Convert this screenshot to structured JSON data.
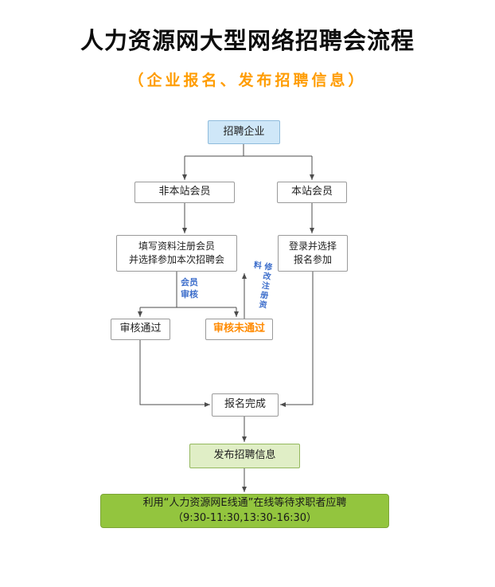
{
  "page": {
    "title": "人力资源网大型网络招聘会流程",
    "subtitle": "（企业报名、发布招聘信息）"
  },
  "flow": {
    "nodes": {
      "recruiting_company": "招聘企业",
      "non_member": "非本站会员",
      "member": "本站会员",
      "register_line1": "填写资料注册会员",
      "register_line2": "并选择参加本次招聘会",
      "login_line1": "登录并选择",
      "login_line2": "报名参加",
      "audit_pass": "审核通过",
      "audit_fail": "审核未通过",
      "signup_done": "报名完成",
      "publish": "发布招聘信息",
      "final_line1": "利用“人力资源网E线通”在线等待求职者应聘",
      "final_line2": "（9:30-11:30,13:30-16:30）"
    },
    "labels": {
      "member_audit_line1": "会员",
      "member_audit_line2": "审核",
      "modify_register": "修改注册资料"
    }
  },
  "colors": {
    "subtitle_color": "#ff9c00",
    "company_box_bg": "#cfe7f8",
    "company_box_border": "#8fbcdc",
    "white_box_border": "#9a9a9a",
    "audit_fail_text": "#ff8a00",
    "blue_label": "#3d6ecb",
    "publish_box_bg": "#e0eec6",
    "publish_box_border": "#94b85e",
    "final_box_bg": "#93c53e",
    "final_box_border": "#7ca436",
    "line_color": "#4d4d4d"
  }
}
